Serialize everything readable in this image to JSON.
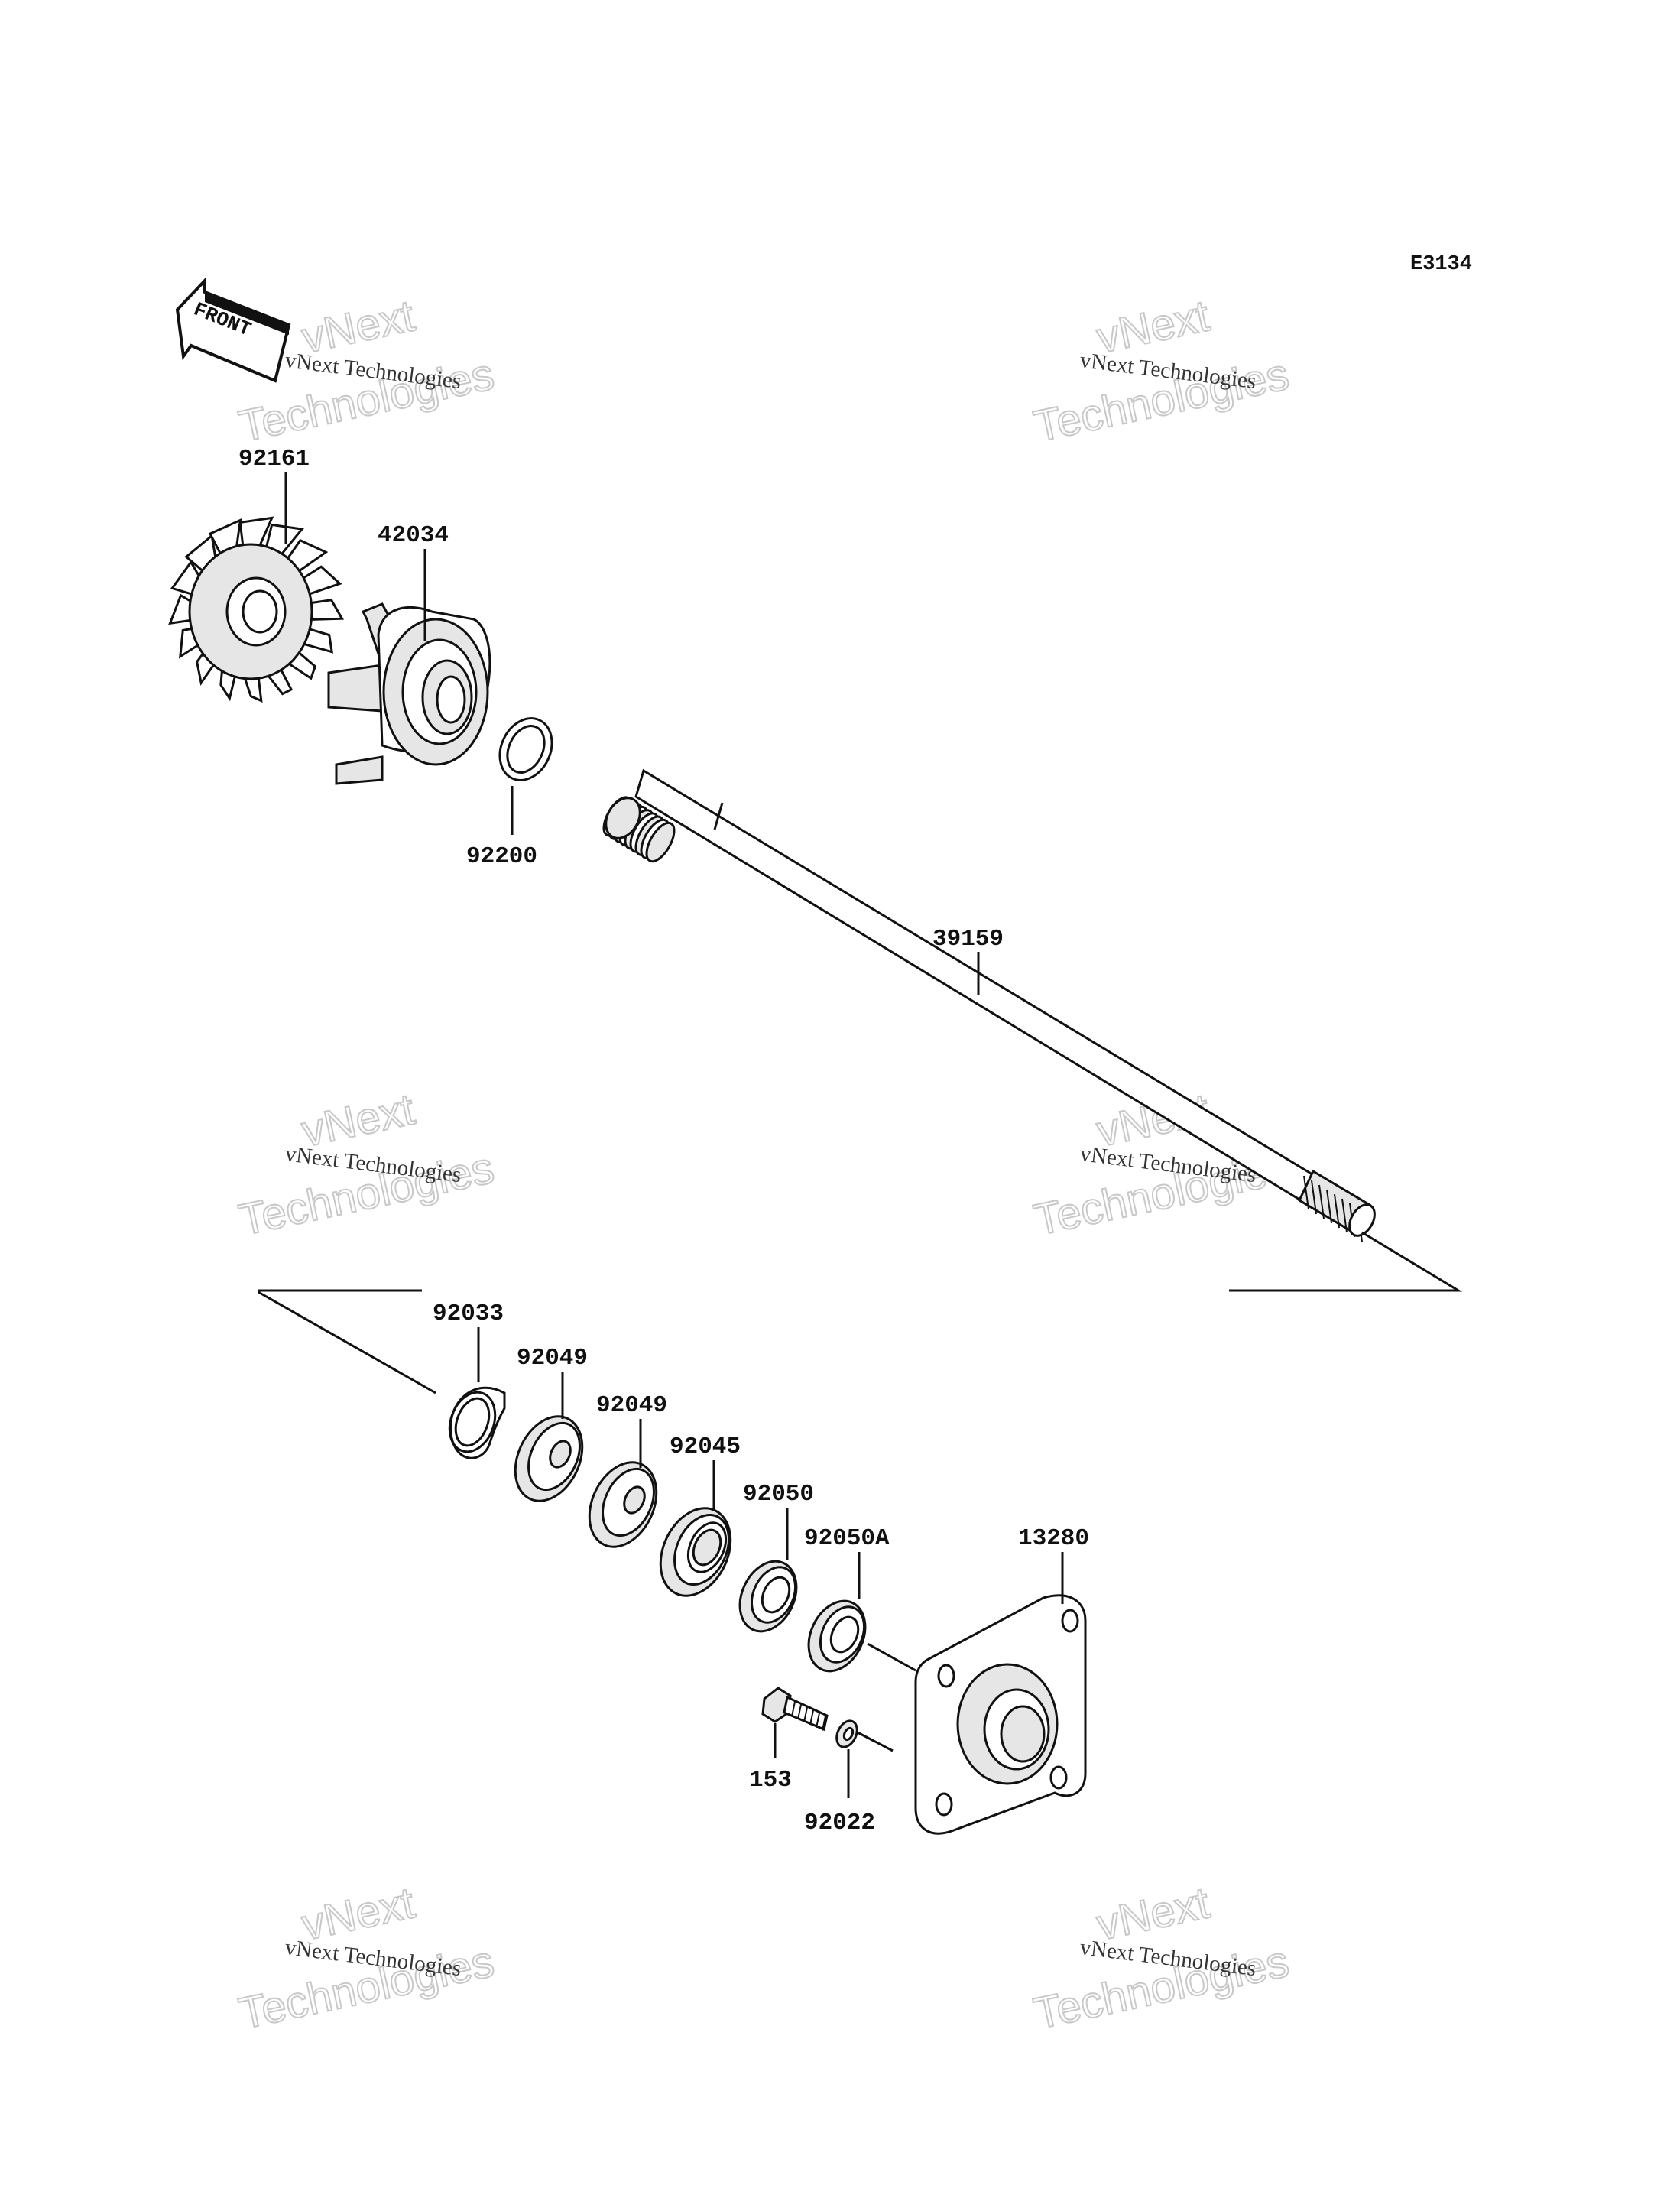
{
  "diagram": {
    "code": "E3134",
    "front_label": "FRONT",
    "watermark": {
      "line1": "vNext Technologies",
      "big": "vNext",
      "big2": "Technologies"
    },
    "parts": [
      {
        "id": "p92161",
        "number": "92161",
        "name": "impeller"
      },
      {
        "id": "p42034",
        "number": "42034",
        "name": "pump housing"
      },
      {
        "id": "p92200",
        "number": "92200",
        "name": "washer"
      },
      {
        "id": "p39159",
        "number": "39159",
        "name": "shaft"
      },
      {
        "id": "p92033",
        "number": "92033",
        "name": "circlip"
      },
      {
        "id": "p92049a",
        "number": "92049",
        "name": "oil seal"
      },
      {
        "id": "p92049b",
        "number": "92049",
        "name": "oil seal"
      },
      {
        "id": "p92045",
        "number": "92045",
        "name": "bearing"
      },
      {
        "id": "p92050",
        "number": "92050",
        "name": "seal"
      },
      {
        "id": "p92050A",
        "number": "92050A",
        "name": "seal"
      },
      {
        "id": "p13280",
        "number": "13280",
        "name": "cover plate"
      },
      {
        "id": "p153",
        "number": "153",
        "name": "bolt"
      },
      {
        "id": "p92022",
        "number": "92022",
        "name": "washer"
      }
    ]
  }
}
